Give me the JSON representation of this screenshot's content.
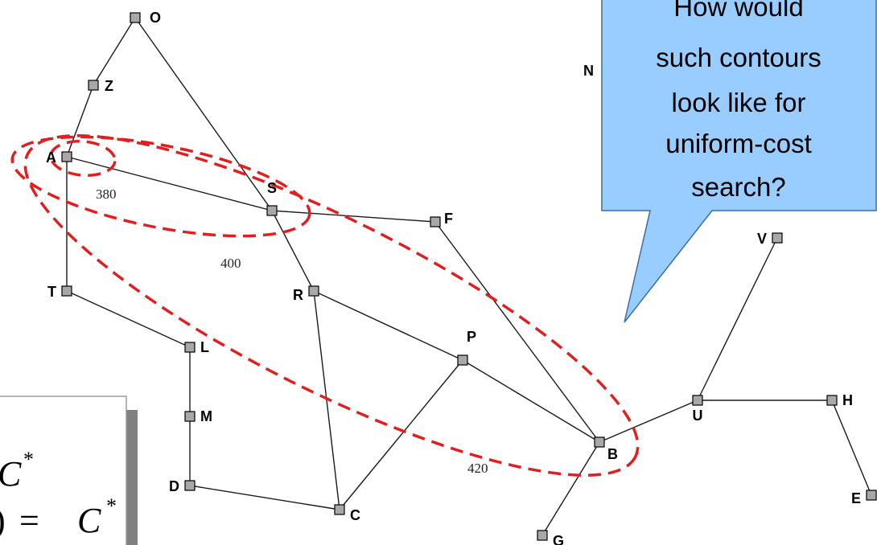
{
  "nodes": [
    {
      "id": "O",
      "label": "O"
    },
    {
      "id": "Z",
      "label": "Z"
    },
    {
      "id": "A",
      "label": "A"
    },
    {
      "id": "S",
      "label": "S"
    },
    {
      "id": "F",
      "label": "F"
    },
    {
      "id": "T",
      "label": "T"
    },
    {
      "id": "R",
      "label": "R"
    },
    {
      "id": "L",
      "label": "L"
    },
    {
      "id": "P",
      "label": "P"
    },
    {
      "id": "M",
      "label": "M"
    },
    {
      "id": "D",
      "label": "D"
    },
    {
      "id": "C",
      "label": "C"
    },
    {
      "id": "B",
      "label": "B"
    },
    {
      "id": "G",
      "label": "G"
    },
    {
      "id": "U",
      "label": "U"
    },
    {
      "id": "H",
      "label": "H"
    },
    {
      "id": "E",
      "label": "E"
    },
    {
      "id": "V",
      "label": "V"
    },
    {
      "id": "N",
      "label": "N"
    }
  ],
  "edges": [
    [
      "O",
      "Z"
    ],
    [
      "Z",
      "A"
    ],
    [
      "O",
      "S"
    ],
    [
      "A",
      "S"
    ],
    [
      "A",
      "T"
    ],
    [
      "S",
      "F"
    ],
    [
      "S",
      "R"
    ],
    [
      "T",
      "L"
    ],
    [
      "L",
      "M"
    ],
    [
      "M",
      "D"
    ],
    [
      "D",
      "C"
    ],
    [
      "R",
      "C"
    ],
    [
      "R",
      "P"
    ],
    [
      "P",
      "C"
    ],
    [
      "P",
      "B"
    ],
    [
      "F",
      "B"
    ],
    [
      "B",
      "G"
    ],
    [
      "B",
      "U"
    ],
    [
      "U",
      "H"
    ],
    [
      "H",
      "E"
    ],
    [
      "U",
      "V"
    ]
  ],
  "contours": [
    {
      "label": "380"
    },
    {
      "label": "400"
    },
    {
      "label": "420"
    }
  ],
  "contour_color": "#e02020",
  "callout": {
    "lines": [
      "How would",
      "such contours",
      "look like for",
      "uniform-cost",
      "search?"
    ],
    "fill": "#99ccff",
    "border": "#3a6f9f"
  },
  "formula": {
    "line1_symbol": "C",
    "line1_sup": "*",
    "line2_prefix": ")",
    "line2_eq": "=",
    "line2_symbol": "C",
    "line2_sup": "*"
  }
}
